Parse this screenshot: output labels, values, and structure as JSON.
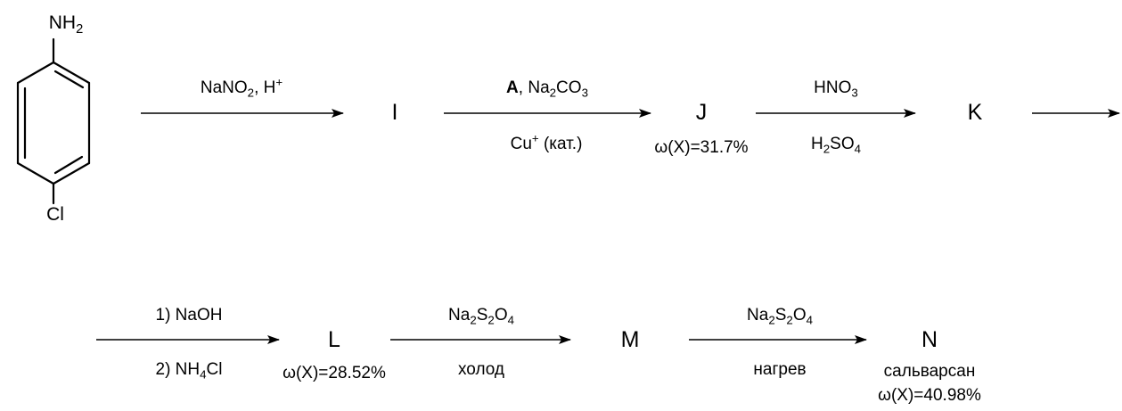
{
  "start": {
    "top_group": "NH2",
    "bottom_group": "Cl"
  },
  "row1": {
    "arrow1": {
      "above": "NaNO2, H+"
    },
    "compound_I": "I",
    "arrow2": {
      "above_reagent": "A",
      "above_rest": ", Na2CO3",
      "below": "Cu+ (кат.)"
    },
    "compound_J": {
      "label": "J",
      "note": "ω(X)=31.7%"
    },
    "arrow3": {
      "above": "HNO3",
      "below": "H2SO4"
    },
    "compound_K": "K"
  },
  "row2": {
    "arrow5": {
      "above": "1) NaOH",
      "below": "2) NH4Cl"
    },
    "compound_L": {
      "label": "L",
      "note": "ω(X)=28.52%"
    },
    "arrow6": {
      "above": "Na2S2O4",
      "below": "холод"
    },
    "compound_M": "M",
    "arrow7": {
      "above": "Na2S2O4",
      "below": "нагрев"
    },
    "compound_N": {
      "label": "N",
      "name": "сальварсан",
      "note": "ω(X)=40.98%"
    }
  },
  "colors": {
    "ink": "#000000",
    "background": "#ffffff"
  }
}
